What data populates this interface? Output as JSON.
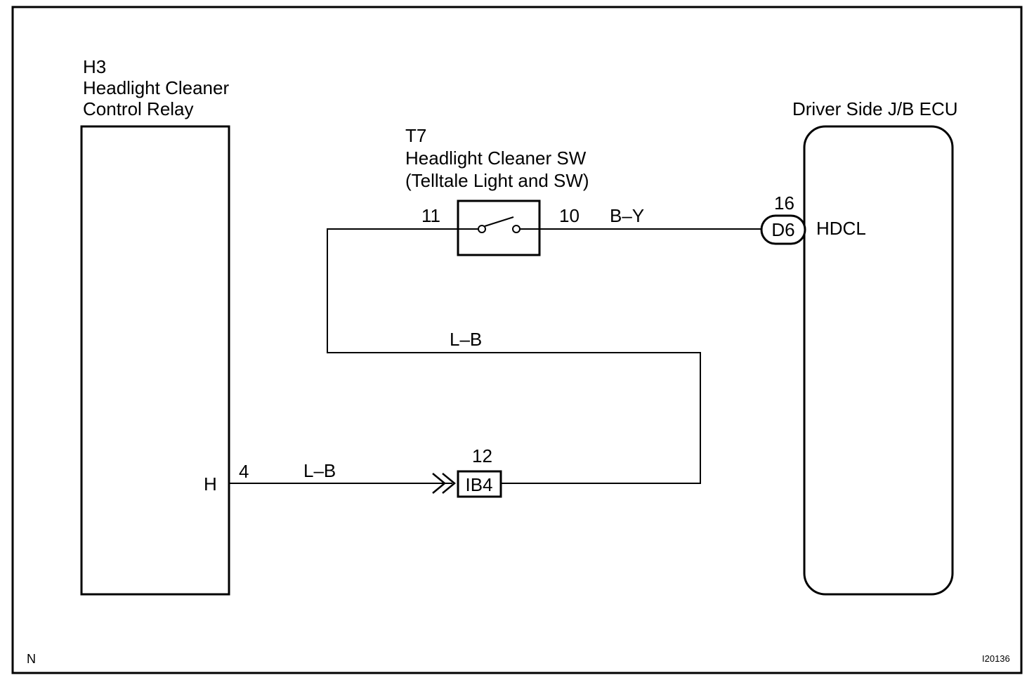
{
  "relay": {
    "code": "H3",
    "name_line1": "Headlight Cleaner",
    "name_line2": "Control Relay",
    "terminal_label": "H",
    "pin": "4"
  },
  "switch": {
    "code": "T7",
    "name_line1": "Headlight Cleaner SW",
    "name_line2": "(Telltale Light and SW)",
    "pin_left": "11",
    "pin_right": "10"
  },
  "ecu": {
    "name": "Driver Side J/B ECU",
    "connector": "D6",
    "pin": "16",
    "terminal_label": "HDCL"
  },
  "junction": {
    "connector": "IB4",
    "pin": "12"
  },
  "wires": {
    "switch_to_ecu": "B–Y",
    "loop": "L–B",
    "relay_to_junction": "L–B"
  },
  "footer": {
    "corner_left": "N",
    "figure_id": "I20136"
  }
}
